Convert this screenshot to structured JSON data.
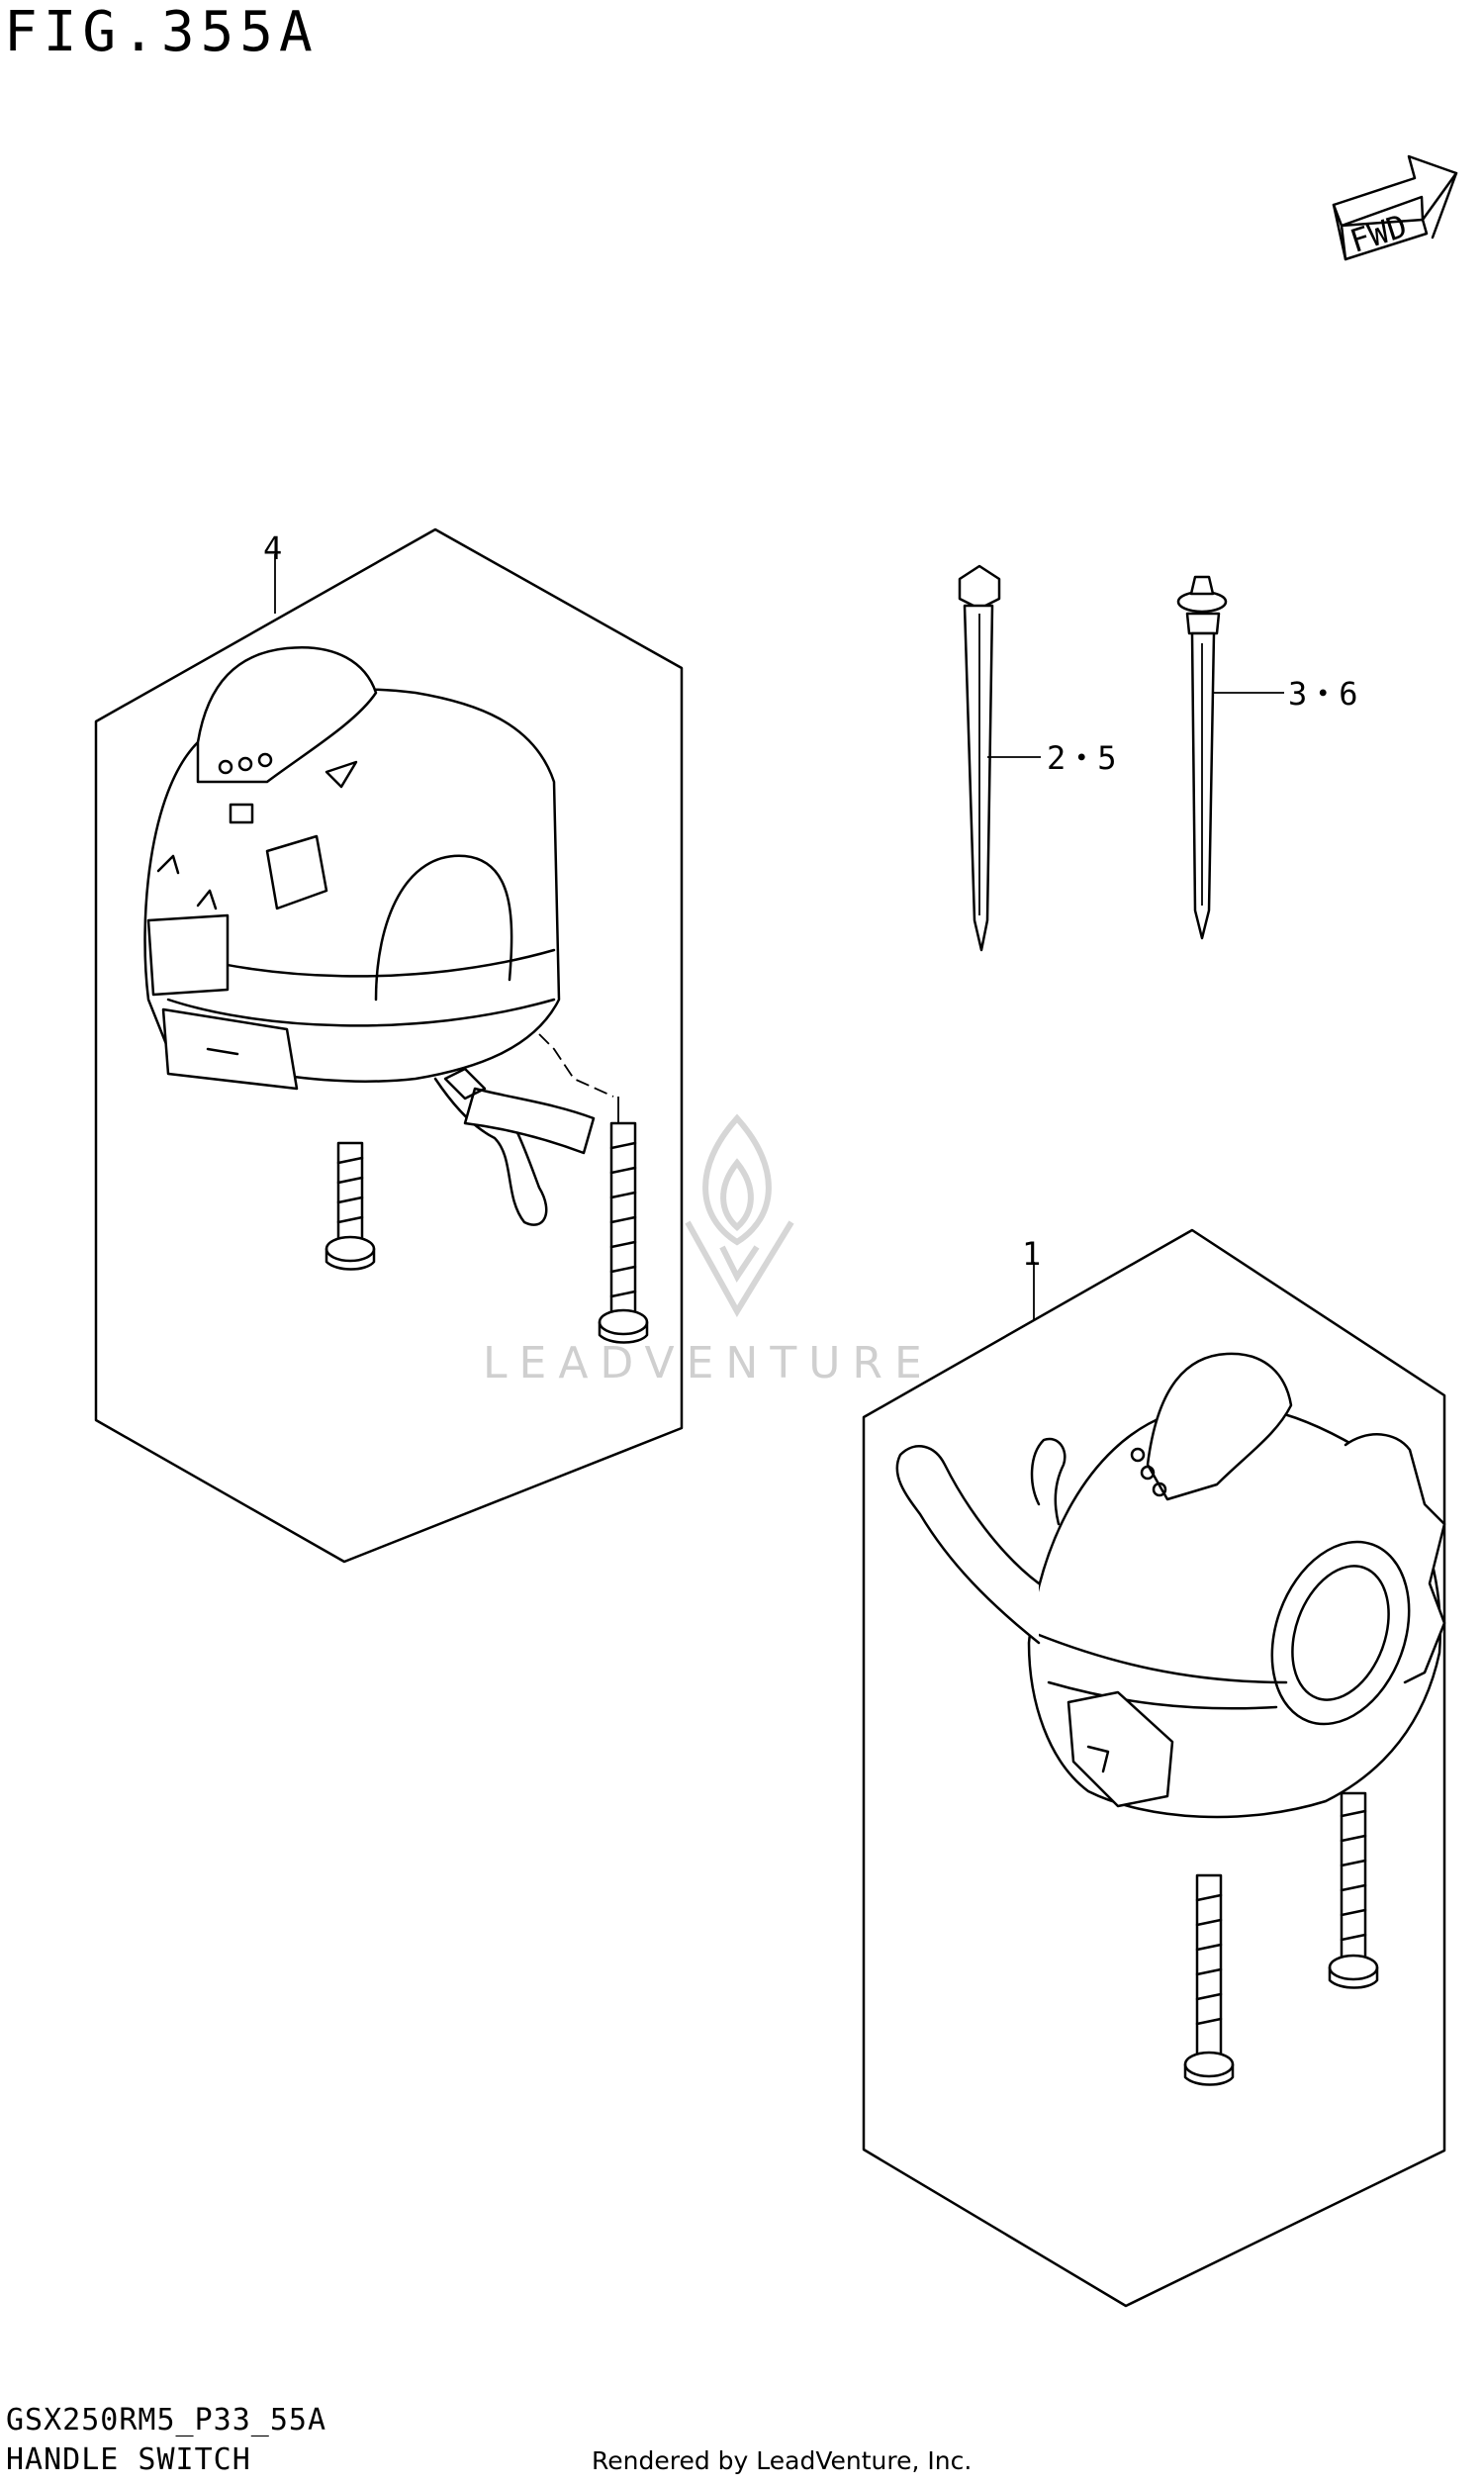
{
  "figure": {
    "title": "FIG.355A",
    "model_code": "GSX250RM5_P33_55A",
    "section_name": "HANDLE SWITCH",
    "render_credit": "Rendered by LeadVenture, Inc.",
    "direction_label": "FWD"
  },
  "callouts": [
    {
      "id": "c4",
      "label": "4"
    },
    {
      "id": "c1",
      "label": "1"
    },
    {
      "id": "c25",
      "label": "2・5"
    },
    {
      "id": "c36",
      "label": "3・6"
    }
  ],
  "watermark": {
    "text": "LEADVENTURE",
    "logo": "leadventure-flame-logo"
  },
  "colors": {
    "line": "#000000",
    "background": "#ffffff",
    "watermark": "#cfcfcf"
  }
}
